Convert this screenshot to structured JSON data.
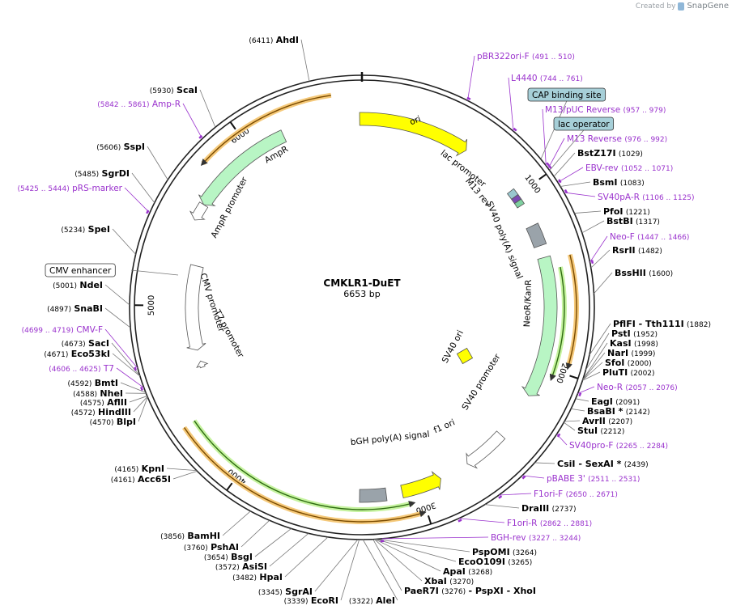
{
  "title": "CMKLR1-DuET",
  "length": "6653 bp",
  "credit": {
    "prefix": "Created by",
    "brand": "SnapGene"
  },
  "colors": {
    "site": "#000000",
    "primer": "#9a32cd",
    "feature_green": "#b8f5c4",
    "feature_yellow": "#ffff00",
    "feature_gray": "#9aa3aa",
    "cyan": "#99c7cf",
    "orange": "#f5a623"
  },
  "ticks": [
    {
      "label": "1000",
      "pos": 1000
    },
    {
      "label": "2000",
      "pos": 2000
    },
    {
      "label": "3000",
      "pos": 3000
    },
    {
      "label": "4000",
      "pos": 4000
    },
    {
      "label": "5000",
      "pos": 5000
    },
    {
      "label": "6000",
      "pos": 6000
    }
  ],
  "sites": [
    {
      "name": "AhdI",
      "pos": "(6411)"
    },
    {
      "name": "ScaI",
      "pos": "(5930)"
    },
    {
      "name": "SspI",
      "pos": "(5606)"
    },
    {
      "name": "SgrDI",
      "pos": "(5485)"
    },
    {
      "name": "SpeI",
      "pos": "(5234)"
    },
    {
      "name": "NdeI",
      "pos": "(5001)"
    },
    {
      "name": "SnaBI",
      "pos": "(4897)"
    },
    {
      "name": "SacI",
      "pos": "(4673)"
    },
    {
      "name": "Eco53kI",
      "pos": "(4671)"
    },
    {
      "name": "BmtI",
      "pos": "(4592)"
    },
    {
      "name": "NheI",
      "pos": "(4588)"
    },
    {
      "name": "AflII",
      "pos": "(4575)"
    },
    {
      "name": "HindIII",
      "pos": "(4572)"
    },
    {
      "name": "BlpI",
      "pos": "(4570)"
    },
    {
      "name": "KpnI",
      "pos": "(4165)"
    },
    {
      "name": "Acc65I",
      "pos": "(4161)"
    },
    {
      "name": "BamHI",
      "pos": "(3856)"
    },
    {
      "name": "PshAI",
      "pos": "(3760)"
    },
    {
      "name": "BsgI",
      "pos": "(3654)"
    },
    {
      "name": "AsiSI",
      "pos": "(3572)"
    },
    {
      "name": "HpaI",
      "pos": "(3482)"
    },
    {
      "name": "SgrAI",
      "pos": "(3345)"
    },
    {
      "name": "EcoRI",
      "pos": "(3339)"
    },
    {
      "name": "AleI",
      "pos": "(3322)"
    },
    {
      "name": "PaeR7I",
      "pos": "(3276)",
      "extra": "- PspXI - XhoI"
    },
    {
      "name": "XbaI",
      "pos": "(3270)"
    },
    {
      "name": "ApaI",
      "pos": "(3268)"
    },
    {
      "name": "EcoO109I",
      "pos": "(3265)"
    },
    {
      "name": "PspOMI",
      "pos": "(3264)"
    },
    {
      "name": "DraIII",
      "pos": "(2737)"
    },
    {
      "name": "CsiI - SexAI *",
      "pos": "(2439)"
    },
    {
      "name": "StuI",
      "pos": "(2212)"
    },
    {
      "name": "AvrII",
      "pos": "(2207)"
    },
    {
      "name": "BsaBI *",
      "pos": "(2142)"
    },
    {
      "name": "EagI",
      "pos": "(2091)"
    },
    {
      "name": "PluTI",
      "pos": "(2002)"
    },
    {
      "name": "SfoI",
      "pos": "(2000)"
    },
    {
      "name": "NarI",
      "pos": "(1999)"
    },
    {
      "name": "KasI",
      "pos": "(1998)"
    },
    {
      "name": "PstI",
      "pos": "(1952)"
    },
    {
      "name": "PflFI - Tth111I",
      "pos": "(1882)"
    },
    {
      "name": "BssHII",
      "pos": "(1600)"
    },
    {
      "name": "RsrII",
      "pos": "(1482)"
    },
    {
      "name": "BstBI",
      "pos": "(1317)"
    },
    {
      "name": "PfoI",
      "pos": "(1221)"
    },
    {
      "name": "BsmI",
      "pos": "(1083)"
    },
    {
      "name": "BstZ17I",
      "pos": "(1029)"
    }
  ],
  "primers": [
    {
      "name": "pBR322ori-F",
      "range": "(491 .. 510)"
    },
    {
      "name": "L4440",
      "range": "(744 .. 761)"
    },
    {
      "name": "M13/pUC Reverse",
      "range": "(957 .. 979)"
    },
    {
      "name": "M13 Reverse",
      "range": "(976 .. 992)"
    },
    {
      "name": "EBV-rev",
      "range": "(1052 .. 1071)"
    },
    {
      "name": "SV40pA-R",
      "range": "(1106 .. 1125)"
    },
    {
      "name": "Neo-F",
      "range": "(1447 .. 1466)"
    },
    {
      "name": "Neo-R",
      "range": "(2057 .. 2076)"
    },
    {
      "name": "SV40pro-F",
      "range": "(2265 .. 2284)"
    },
    {
      "name": "pBABE 3'",
      "range": "(2511 .. 2531)"
    },
    {
      "name": "F1ori-F",
      "range": "(2650 .. 2671)"
    },
    {
      "name": "F1ori-R",
      "range": "(2862 .. 2881)"
    },
    {
      "name": "BGH-rev",
      "range": "(3227 .. 3244)"
    },
    {
      "name": "CMV-F",
      "range": "(4699 .. 4719)"
    },
    {
      "name": "T7",
      "range": "(4606 .. 4625)"
    },
    {
      "name": "pRS-marker",
      "range": "(5425 .. 5444)"
    },
    {
      "name": "Amp-R",
      "range": "(5842 .. 5861)"
    }
  ],
  "boxed_features": [
    {
      "name": "CAP binding site"
    },
    {
      "name": "lac operator"
    },
    {
      "name": "CMV enhancer"
    }
  ],
  "features": [
    {
      "name": "ori"
    },
    {
      "name": "AmpR"
    },
    {
      "name": "AmpR promoter"
    },
    {
      "name": "lac promoter"
    },
    {
      "name": "M13 rev"
    },
    {
      "name": "SV40 poly(A) signal"
    },
    {
      "name": "NeoR/KanR"
    },
    {
      "name": "SV40 ori"
    },
    {
      "name": "SV40 promoter"
    },
    {
      "name": "f1 ori"
    },
    {
      "name": "bGH poly(A) signal"
    },
    {
      "name": "CMV promoter"
    },
    {
      "name": "T7 promoter"
    }
  ]
}
